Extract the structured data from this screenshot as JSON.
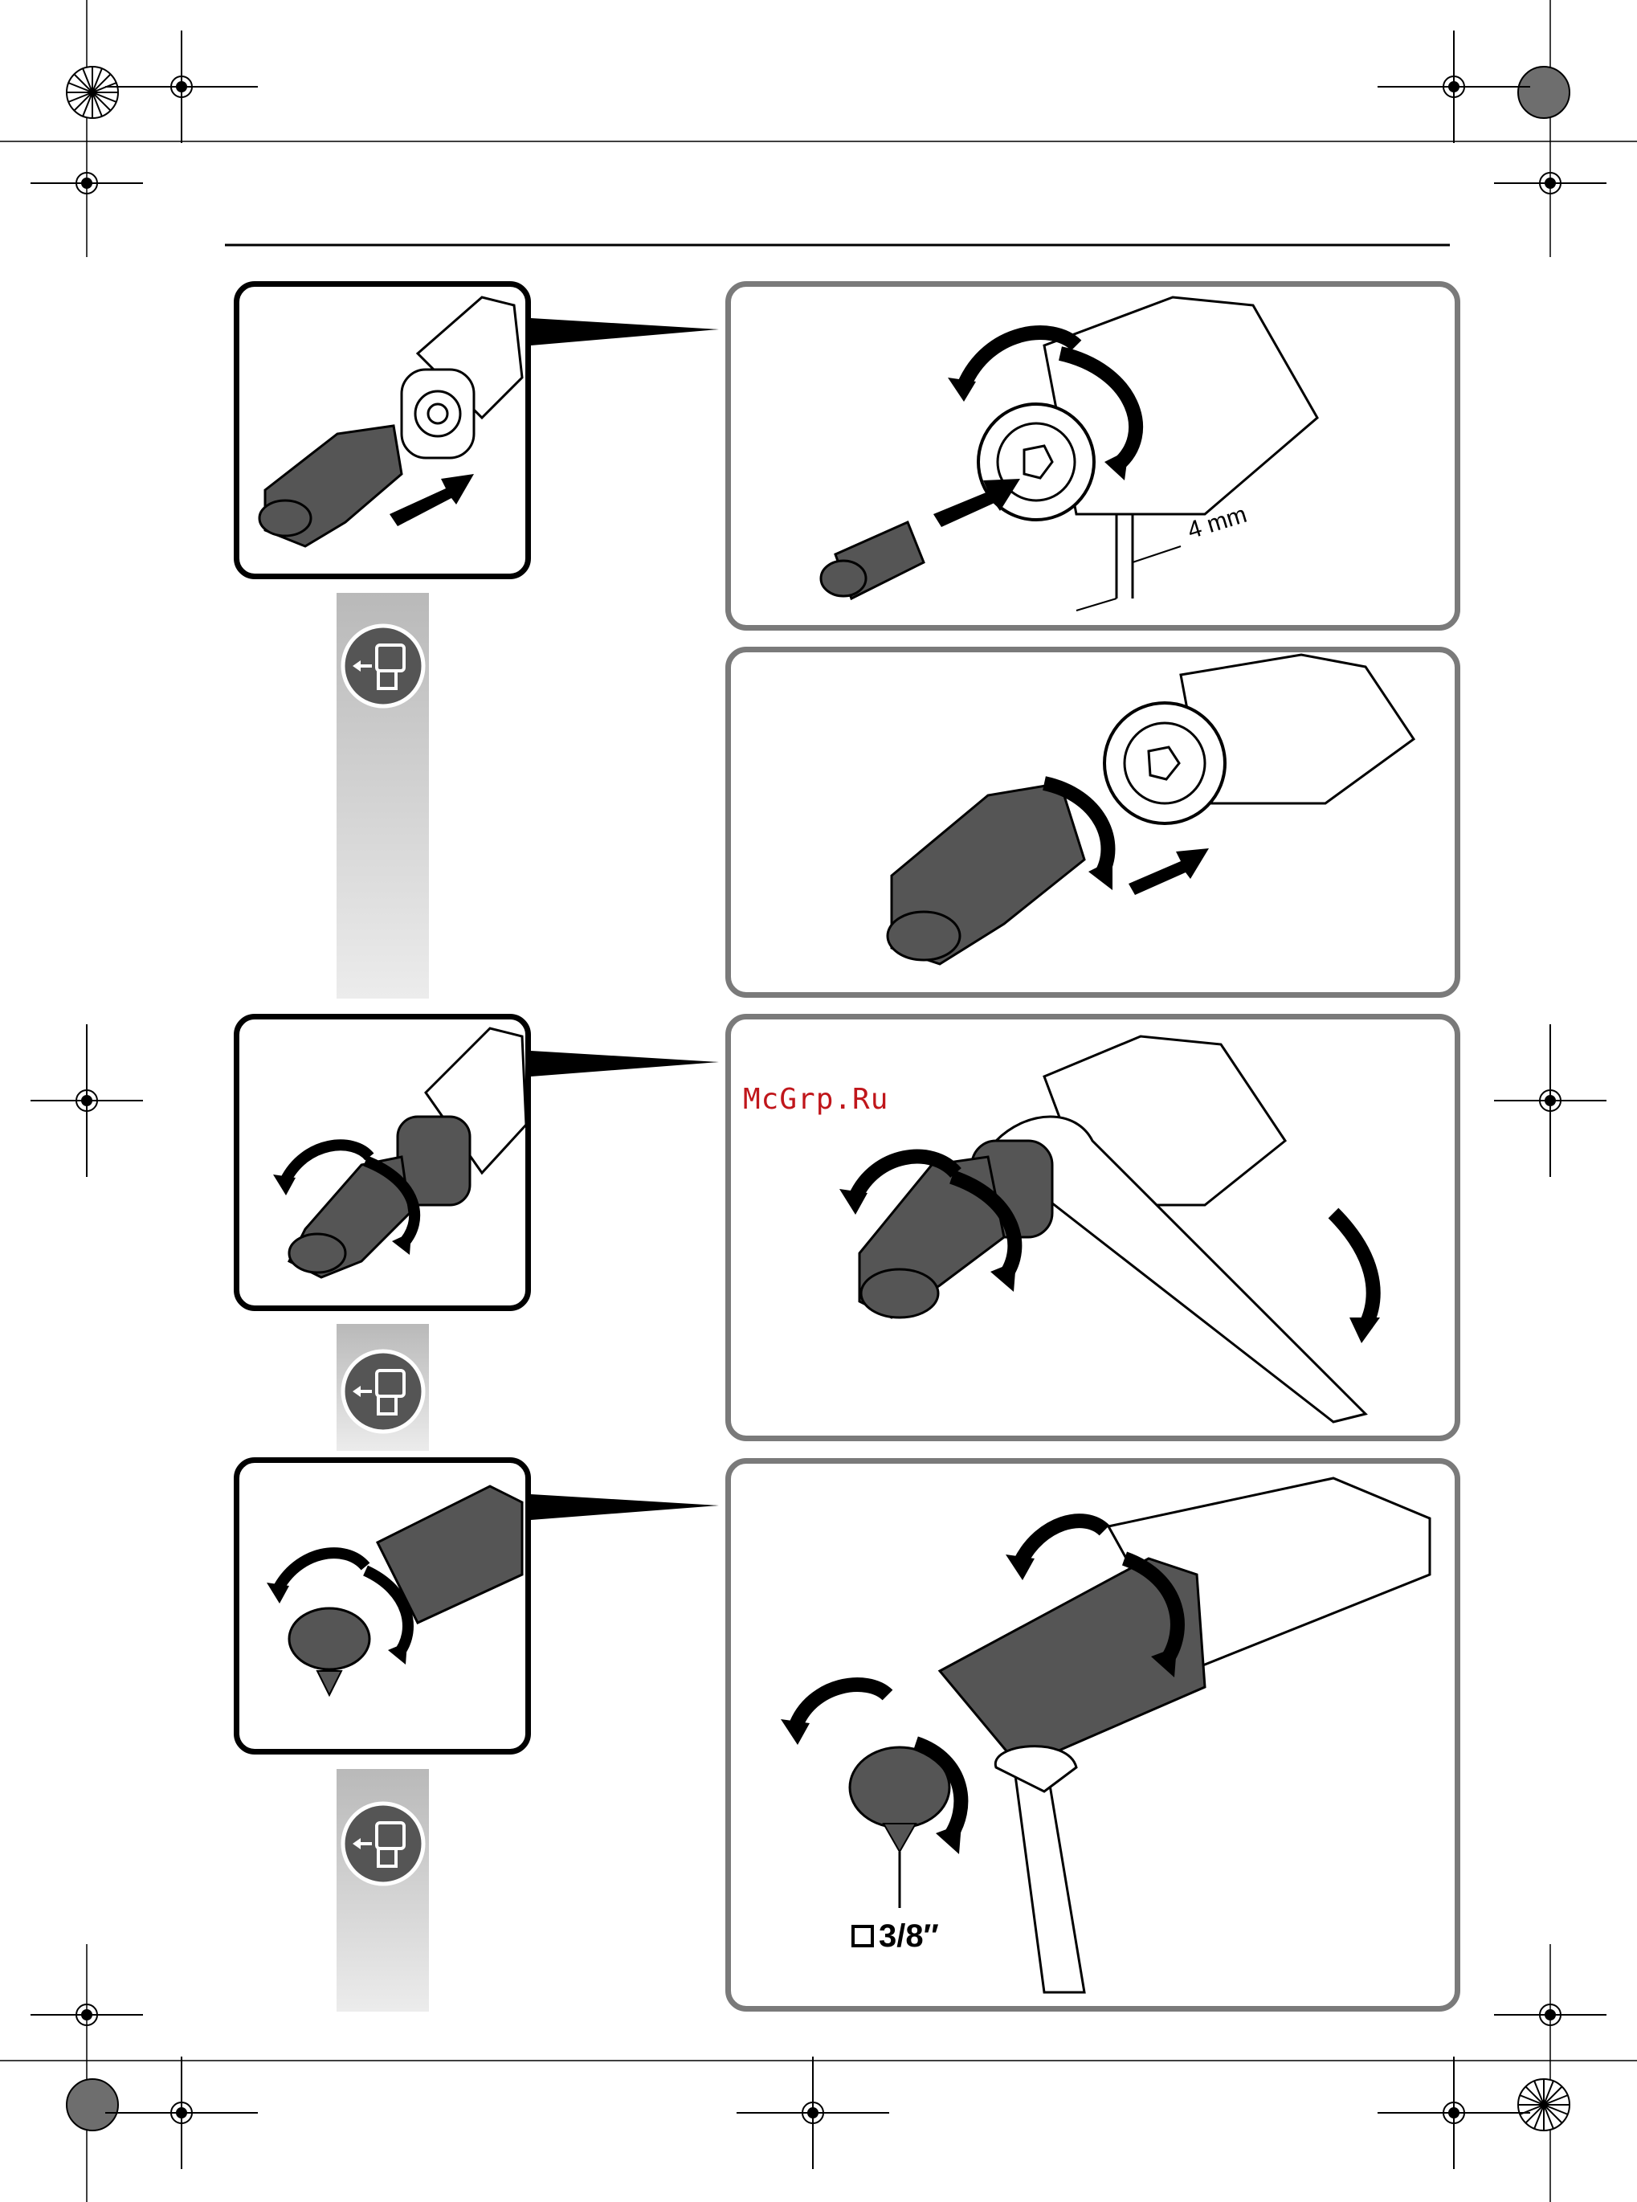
{
  "watermark": "McGrp.Ru",
  "gap_label": "4 mm",
  "drive_size": "3/8″",
  "colors": {
    "frame_gray": "#7a7a7a",
    "tool_fill": "#555555",
    "watermark": "#c0161b"
  },
  "icons": [
    "remove-battery-icon",
    "rotate-arrow-icon",
    "insert-arrow-icon",
    "registration-mark-icon"
  ]
}
